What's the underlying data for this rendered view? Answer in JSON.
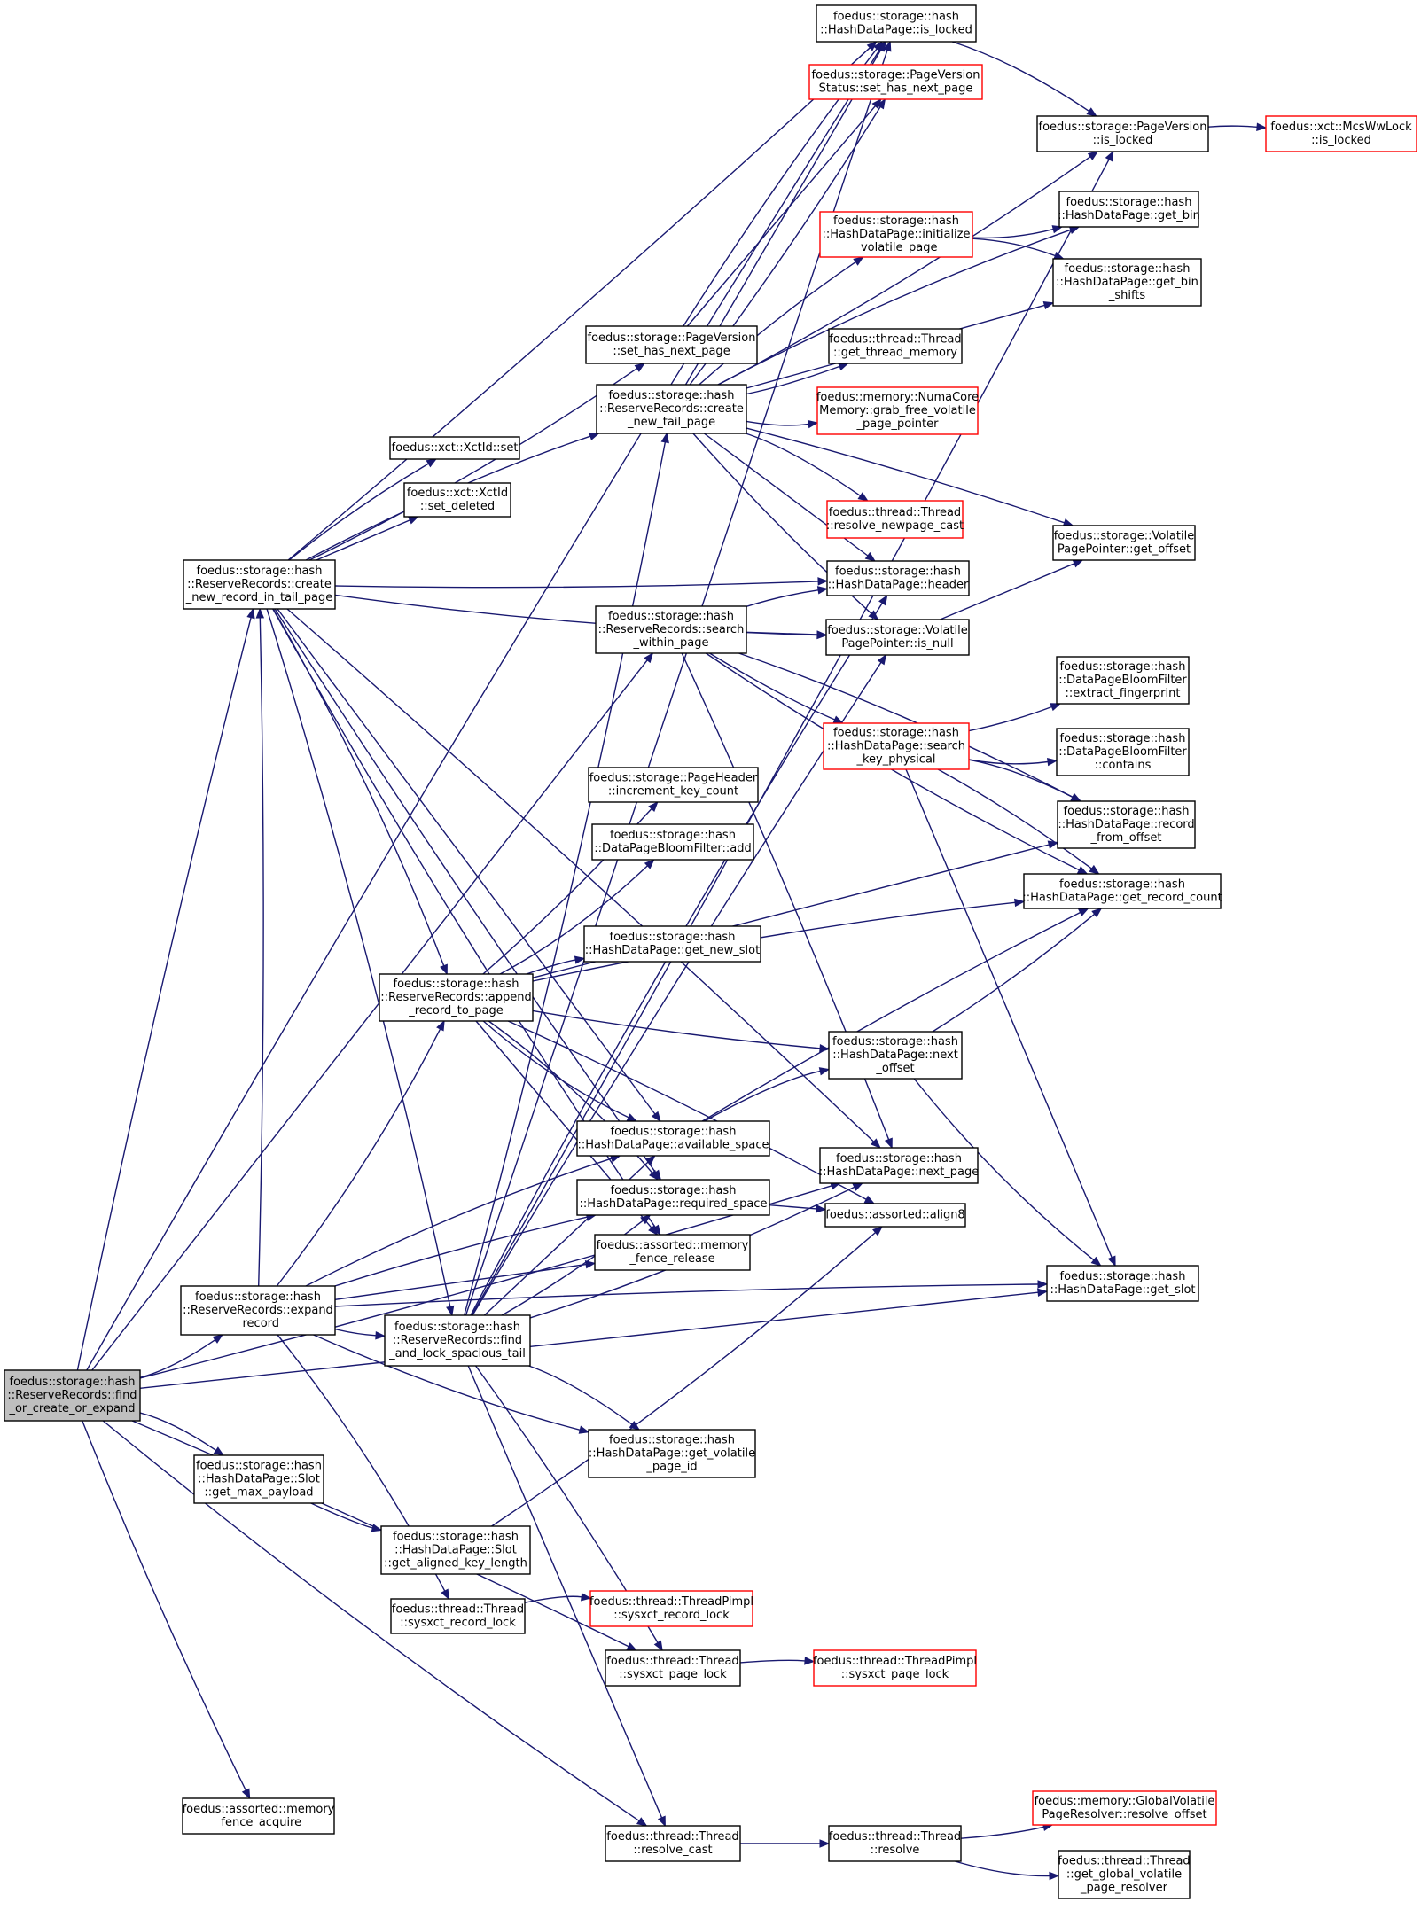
{
  "diagram": {
    "nodes": [
      {
        "id": "root",
        "lines": [
          "foedus::storage::hash",
          "::ReserveRecords::find",
          "_or_create_or_expand"
        ],
        "variant": "root"
      },
      {
        "id": "is_locked_hdp",
        "lines": [
          "foedus::storage::hash",
          "::HashDataPage::is_locked"
        ],
        "variant": "normal"
      },
      {
        "id": "pvs_set_has_next",
        "lines": [
          "foedus::storage::PageVersion",
          "Status::set_has_next_page"
        ],
        "variant": "red"
      },
      {
        "id": "pv_is_locked",
        "lines": [
          "foedus::storage::PageVersion",
          "::is_locked"
        ],
        "variant": "normal"
      },
      {
        "id": "mcs_is_locked",
        "lines": [
          "foedus::xct::McsWwLock",
          "::is_locked"
        ],
        "variant": "red"
      },
      {
        "id": "get_bin",
        "lines": [
          "foedus::storage::hash",
          "::HashDataPage::get_bin"
        ],
        "variant": "normal"
      },
      {
        "id": "initialize_volatile",
        "lines": [
          "foedus::storage::hash",
          "::HashDataPage::initialize",
          "_volatile_page"
        ],
        "variant": "red"
      },
      {
        "id": "get_bin_shifts",
        "lines": [
          "foedus::storage::hash",
          "::HashDataPage::get_bin",
          "_shifts"
        ],
        "variant": "normal"
      },
      {
        "id": "pv_set_has_next",
        "lines": [
          "foedus::storage::PageVersion",
          "::set_has_next_page"
        ],
        "variant": "normal"
      },
      {
        "id": "get_thread_memory",
        "lines": [
          "foedus::thread::Thread",
          "::get_thread_memory"
        ],
        "variant": "normal"
      },
      {
        "id": "create_new_tail_page",
        "lines": [
          "foedus::storage::hash",
          "::ReserveRecords::create",
          "_new_tail_page"
        ],
        "variant": "normal"
      },
      {
        "id": "grab_free",
        "lines": [
          "foedus::memory::NumaCore",
          "Memory::grab_free_volatile",
          "_page_pointer"
        ],
        "variant": "red"
      },
      {
        "id": "xctid_set",
        "lines": [
          "foedus::xct::XctId::set"
        ],
        "variant": "normal"
      },
      {
        "id": "xctid_set_deleted",
        "lines": [
          "foedus::xct::XctId",
          "::set_deleted"
        ],
        "variant": "normal"
      },
      {
        "id": "resolve_newpage",
        "lines": [
          "foedus::thread::Thread",
          "::resolve_newpage_cast"
        ],
        "variant": "red"
      },
      {
        "id": "vpp_get_offset",
        "lines": [
          "foedus::storage::Volatile",
          "PagePointer::get_offset"
        ],
        "variant": "normal"
      },
      {
        "id": "create_new_record",
        "lines": [
          "foedus::storage::hash",
          "::ReserveRecords::create",
          "_new_record_in_tail_page"
        ],
        "variant": "normal"
      },
      {
        "id": "header",
        "lines": [
          "foedus::storage::hash",
          "::HashDataPage::header"
        ],
        "variant": "normal"
      },
      {
        "id": "search_within_page",
        "lines": [
          "foedus::storage::hash",
          "::ReserveRecords::search",
          "_within_page"
        ],
        "variant": "normal"
      },
      {
        "id": "vpp_is_null",
        "lines": [
          "foedus::storage::Volatile",
          "PagePointer::is_null"
        ],
        "variant": "normal"
      },
      {
        "id": "extract_fp",
        "lines": [
          "foedus::storage::hash",
          "::DataPageBloomFilter",
          "::extract_fingerprint"
        ],
        "variant": "normal"
      },
      {
        "id": "search_key_physical",
        "lines": [
          "foedus::storage::hash",
          "::HashDataPage::search",
          "_key_physical"
        ],
        "variant": "red"
      },
      {
        "id": "bloom_contains",
        "lines": [
          "foedus::storage::hash",
          "::DataPageBloomFilter",
          "::contains"
        ],
        "variant": "normal"
      },
      {
        "id": "inc_key_count",
        "lines": [
          "foedus::storage::PageHeader",
          "::increment_key_count"
        ],
        "variant": "normal"
      },
      {
        "id": "record_from_offset",
        "lines": [
          "foedus::storage::hash",
          "::HashDataPage::record",
          "_from_offset"
        ],
        "variant": "normal"
      },
      {
        "id": "bloom_add",
        "lines": [
          "foedus::storage::hash",
          "::DataPageBloomFilter::add"
        ],
        "variant": "normal"
      },
      {
        "id": "get_record_count",
        "lines": [
          "foedus::storage::hash",
          "::HashDataPage::get_record_count"
        ],
        "variant": "normal"
      },
      {
        "id": "get_new_slot",
        "lines": [
          "foedus::storage::hash",
          "::HashDataPage::get_new_slot"
        ],
        "variant": "normal"
      },
      {
        "id": "append_record",
        "lines": [
          "foedus::storage::hash",
          "::ReserveRecords::append",
          "_record_to_page"
        ],
        "variant": "normal"
      },
      {
        "id": "next_offset",
        "lines": [
          "foedus::storage::hash",
          "::HashDataPage::next",
          "_offset"
        ],
        "variant": "normal"
      },
      {
        "id": "available_space",
        "lines": [
          "foedus::storage::hash",
          "::HashDataPage::available_space"
        ],
        "variant": "normal"
      },
      {
        "id": "next_page",
        "lines": [
          "foedus::storage::hash",
          "::HashDataPage::next_page"
        ],
        "variant": "normal"
      },
      {
        "id": "required_space",
        "lines": [
          "foedus::storage::hash",
          "::HashDataPage::required_space"
        ],
        "variant": "normal"
      },
      {
        "id": "align8",
        "lines": [
          "foedus::assorted::align8"
        ],
        "variant": "normal"
      },
      {
        "id": "mem_fence_release",
        "lines": [
          "foedus::assorted::memory",
          "_fence_release"
        ],
        "variant": "normal"
      },
      {
        "id": "get_slot",
        "lines": [
          "foedus::storage::hash",
          "::HashDataPage::get_slot"
        ],
        "variant": "normal"
      },
      {
        "id": "expand_record",
        "lines": [
          "foedus::storage::hash",
          "::ReserveRecords::expand",
          "_record"
        ],
        "variant": "normal"
      },
      {
        "id": "find_and_lock",
        "lines": [
          "foedus::storage::hash",
          "::ReserveRecords::find",
          "_and_lock_spacious_tail"
        ],
        "variant": "normal"
      },
      {
        "id": "get_volatile_page_id",
        "lines": [
          "foedus::storage::hash",
          "::HashDataPage::get_volatile",
          "_page_id"
        ],
        "variant": "normal"
      },
      {
        "id": "get_max_payload",
        "lines": [
          "foedus::storage::hash",
          "::HashDataPage::Slot",
          "::get_max_payload"
        ],
        "variant": "normal"
      },
      {
        "id": "get_aligned_key_length",
        "lines": [
          "foedus::storage::hash",
          "::HashDataPage::Slot",
          "::get_aligned_key_length"
        ],
        "variant": "normal"
      },
      {
        "id": "sysxct_record_lock",
        "lines": [
          "foedus::thread::Thread",
          "::sysxct_record_lock"
        ],
        "variant": "normal"
      },
      {
        "id": "tp_sysxct_record_lock",
        "lines": [
          "foedus::thread::ThreadPimpl",
          "::sysxct_record_lock"
        ],
        "variant": "red"
      },
      {
        "id": "sysxct_page_lock",
        "lines": [
          "foedus::thread::Thread",
          "::sysxct_page_lock"
        ],
        "variant": "normal"
      },
      {
        "id": "tp_sysxct_page_lock",
        "lines": [
          "foedus::thread::ThreadPimpl",
          "::sysxct_page_lock"
        ],
        "variant": "red"
      },
      {
        "id": "mem_fence_acquire",
        "lines": [
          "foedus::assorted::memory",
          "_fence_acquire"
        ],
        "variant": "normal"
      },
      {
        "id": "gvpr_resolve_offset",
        "lines": [
          "foedus::memory::GlobalVolatile",
          "PageResolver::resolve_offset"
        ],
        "variant": "red"
      },
      {
        "id": "resolve_cast",
        "lines": [
          "foedus::thread::Thread",
          "::resolve_cast"
        ],
        "variant": "normal"
      },
      {
        "id": "thread_resolve",
        "lines": [
          "foedus::thread::Thread",
          "::resolve"
        ],
        "variant": "normal"
      },
      {
        "id": "get_global_resolver",
        "lines": [
          "foedus::thread::Thread",
          "::get_global_volatile",
          "_page_resolver"
        ],
        "variant": "normal"
      }
    ],
    "edges": [
      [
        "root",
        "is_locked_hdp"
      ],
      [
        "root",
        "create_new_record"
      ],
      [
        "root",
        "search_within_page"
      ],
      [
        "root",
        "next_page"
      ],
      [
        "root",
        "expand_record"
      ],
      [
        "root",
        "get_max_payload"
      ],
      [
        "root",
        "sysxct_page_lock"
      ],
      [
        "root",
        "get_slot"
      ],
      [
        "root",
        "mem_fence_acquire"
      ],
      [
        "root",
        "resolve_cast"
      ],
      [
        "is_locked_hdp",
        "pv_is_locked"
      ],
      [
        "pv_is_locked",
        "mcs_is_locked"
      ],
      [
        "create_new_tail_page",
        "is_locked_hdp"
      ],
      [
        "create_new_tail_page",
        "pvs_set_has_next"
      ],
      [
        "create_new_tail_page",
        "pv_is_locked"
      ],
      [
        "create_new_tail_page",
        "get_bin"
      ],
      [
        "create_new_tail_page",
        "initialize_volatile"
      ],
      [
        "create_new_tail_page",
        "get_bin_shifts"
      ],
      [
        "create_new_tail_page",
        "get_thread_memory"
      ],
      [
        "create_new_tail_page",
        "grab_free"
      ],
      [
        "create_new_tail_page",
        "resolve_newpage"
      ],
      [
        "create_new_tail_page",
        "vpp_get_offset"
      ],
      [
        "create_new_tail_page",
        "header"
      ],
      [
        "create_new_tail_page",
        "vpp_is_null"
      ],
      [
        "initialize_volatile",
        "get_bin"
      ],
      [
        "initialize_volatile",
        "get_bin_shifts"
      ],
      [
        "pv_set_has_next",
        "is_locked_hdp"
      ],
      [
        "pv_set_has_next",
        "pvs_set_has_next"
      ],
      [
        "create_new_record",
        "is_locked_hdp"
      ],
      [
        "create_new_record",
        "pv_set_has_next"
      ],
      [
        "create_new_record",
        "create_new_tail_page"
      ],
      [
        "create_new_record",
        "xctid_set"
      ],
      [
        "create_new_record",
        "xctid_set_deleted"
      ],
      [
        "create_new_record",
        "header"
      ],
      [
        "create_new_record",
        "vpp_is_null"
      ],
      [
        "create_new_record",
        "append_record"
      ],
      [
        "create_new_record",
        "next_page"
      ],
      [
        "create_new_record",
        "available_space"
      ],
      [
        "create_new_record",
        "required_space"
      ],
      [
        "create_new_record",
        "mem_fence_release"
      ],
      [
        "create_new_record",
        "find_and_lock"
      ],
      [
        "search_within_page",
        "header"
      ],
      [
        "search_within_page",
        "vpp_is_null"
      ],
      [
        "search_within_page",
        "search_key_physical"
      ],
      [
        "search_within_page",
        "get_record_count"
      ],
      [
        "search_within_page",
        "record_from_offset"
      ],
      [
        "search_within_page",
        "next_page"
      ],
      [
        "vpp_is_null",
        "vpp_get_offset"
      ],
      [
        "search_key_physical",
        "extract_fp"
      ],
      [
        "search_key_physical",
        "bloom_contains"
      ],
      [
        "search_key_physical",
        "record_from_offset"
      ],
      [
        "search_key_physical",
        "get_record_count"
      ],
      [
        "search_key_physical",
        "get_slot"
      ],
      [
        "append_record",
        "inc_key_count"
      ],
      [
        "append_record",
        "bloom_add"
      ],
      [
        "append_record",
        "get_record_count"
      ],
      [
        "append_record",
        "get_new_slot"
      ],
      [
        "append_record",
        "record_from_offset"
      ],
      [
        "append_record",
        "next_offset"
      ],
      [
        "append_record",
        "available_space"
      ],
      [
        "append_record",
        "required_space"
      ],
      [
        "append_record",
        "align8"
      ],
      [
        "append_record",
        "mem_fence_release"
      ],
      [
        "next_offset",
        "get_record_count"
      ],
      [
        "next_offset",
        "get_slot"
      ],
      [
        "available_space",
        "next_offset"
      ],
      [
        "available_space",
        "get_record_count"
      ],
      [
        "required_space",
        "align8"
      ],
      [
        "expand_record",
        "create_new_record"
      ],
      [
        "expand_record",
        "append_record"
      ],
      [
        "expand_record",
        "available_space"
      ],
      [
        "expand_record",
        "required_space"
      ],
      [
        "expand_record",
        "mem_fence_release"
      ],
      [
        "expand_record",
        "find_and_lock"
      ],
      [
        "expand_record",
        "get_volatile_page_id"
      ],
      [
        "expand_record",
        "sysxct_record_lock"
      ],
      [
        "expand_record",
        "get_slot"
      ],
      [
        "find_and_lock",
        "is_locked_hdp"
      ],
      [
        "find_and_lock",
        "pv_is_locked"
      ],
      [
        "find_and_lock",
        "create_new_tail_page"
      ],
      [
        "find_and_lock",
        "header"
      ],
      [
        "find_and_lock",
        "vpp_is_null"
      ],
      [
        "find_and_lock",
        "available_space"
      ],
      [
        "find_and_lock",
        "required_space"
      ],
      [
        "find_and_lock",
        "next_page"
      ],
      [
        "find_and_lock",
        "get_volatile_page_id"
      ],
      [
        "find_and_lock",
        "sysxct_page_lock"
      ],
      [
        "find_and_lock",
        "resolve_cast"
      ],
      [
        "get_max_payload",
        "get_aligned_key_length"
      ],
      [
        "get_aligned_key_length",
        "align8"
      ],
      [
        "sysxct_record_lock",
        "tp_sysxct_record_lock"
      ],
      [
        "sysxct_page_lock",
        "tp_sysxct_page_lock"
      ],
      [
        "resolve_cast",
        "thread_resolve"
      ],
      [
        "thread_resolve",
        "gvpr_resolve_offset"
      ],
      [
        "thread_resolve",
        "get_global_resolver"
      ]
    ]
  }
}
